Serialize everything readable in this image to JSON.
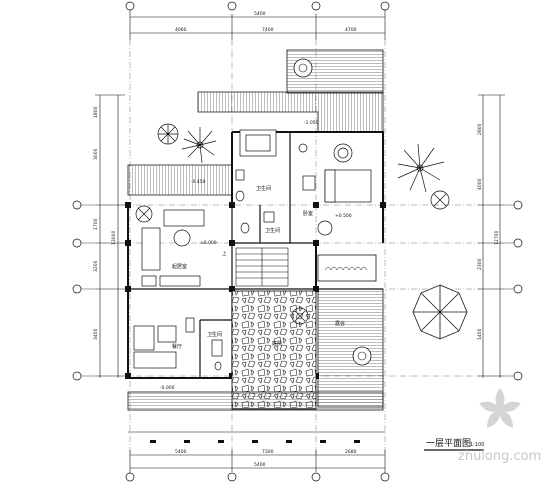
{
  "drawing": {
    "title": "一层平面图",
    "scale": "1:100",
    "top_dims": {
      "total": "5400",
      "segments": [
        "4060",
        "7400",
        "4700"
      ]
    },
    "bottom_dims": {
      "total": "5400",
      "segments": [
        "5400",
        "7300",
        "2680"
      ]
    },
    "left_dims": [
      "1800",
      "3000",
      "1700",
      "3200",
      "3400"
    ],
    "left_total": "13000",
    "right_dims": [
      "2600",
      "4000",
      "2300",
      "1400"
    ],
    "right_total": "12700",
    "rooms": [
      {
        "id": "bath-1",
        "label": "卫生间"
      },
      {
        "id": "bath-2",
        "label": "卫生间"
      },
      {
        "id": "bath-3",
        "label": "卫生间"
      },
      {
        "id": "bedroom",
        "label": "卧室"
      },
      {
        "id": "living",
        "label": "起居室"
      },
      {
        "id": "dining",
        "label": "餐厅"
      },
      {
        "id": "courtyard",
        "label": "庭院"
      },
      {
        "id": "terrace",
        "label": "露台"
      }
    ],
    "levels": {
      "top_left": "-0.450",
      "top": "-1.050",
      "bedroom": "+0.500",
      "living": "±0.000",
      "bottom": "-0.000"
    },
    "stair_label": "上"
  },
  "watermark": {
    "text": "zhulong.com"
  }
}
